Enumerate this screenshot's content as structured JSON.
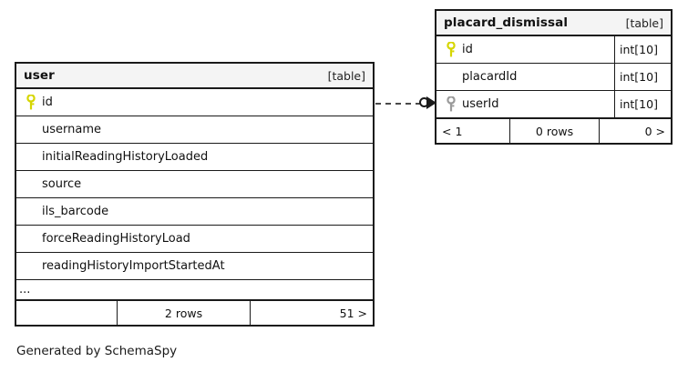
{
  "diagram": {
    "caption": "Generated by SchemaSpy",
    "type_tag": "[table]",
    "ellipsis": "...",
    "colors": {
      "primary_key": "#d6d600",
      "foreign_key": "#9a9a9a",
      "border": "#1a1a1a",
      "header_bg": "#f4f4f4",
      "background": "#ffffff"
    }
  },
  "tables": {
    "user": {
      "name": "user",
      "kind": "[table]",
      "columns": [
        {
          "name": "id",
          "key": "primary",
          "key_icon": "key-icon-primary",
          "type": ""
        },
        {
          "name": "username",
          "key": "none",
          "key_icon": "",
          "type": ""
        },
        {
          "name": "initialReadingHistoryLoaded",
          "key": "none",
          "key_icon": "",
          "type": ""
        },
        {
          "name": "source",
          "key": "none",
          "key_icon": "",
          "type": ""
        },
        {
          "name": "ils_barcode",
          "key": "none",
          "key_icon": "",
          "type": ""
        },
        {
          "name": "forceReadingHistoryLoad",
          "key": "none",
          "key_icon": "",
          "type": ""
        },
        {
          "name": "readingHistoryImportStartedAt",
          "key": "none",
          "key_icon": "",
          "type": ""
        }
      ],
      "truncated_marker": "...",
      "footer": {
        "left": "",
        "center": "2 rows",
        "right": "51 >"
      }
    },
    "placard_dismissal": {
      "name": "placard_dismissal",
      "kind": "[table]",
      "columns": [
        {
          "name": "id",
          "key": "primary",
          "key_icon": "key-icon-primary",
          "type": "int[10]"
        },
        {
          "name": "placardId",
          "key": "none",
          "key_icon": "",
          "type": "int[10]"
        },
        {
          "name": "userId",
          "key": "foreign",
          "key_icon": "key-icon-foreign",
          "type": "int[10]"
        }
      ],
      "footer": {
        "left": "< 1",
        "center": "0 rows",
        "right": "0 >"
      }
    }
  },
  "relationship": {
    "from_table": "user",
    "from_column": "id",
    "to_table": "placard_dismissal",
    "to_column": "userId",
    "style": "dashed",
    "source_marker": "circle-optional",
    "target_marker": "arrow-many"
  }
}
